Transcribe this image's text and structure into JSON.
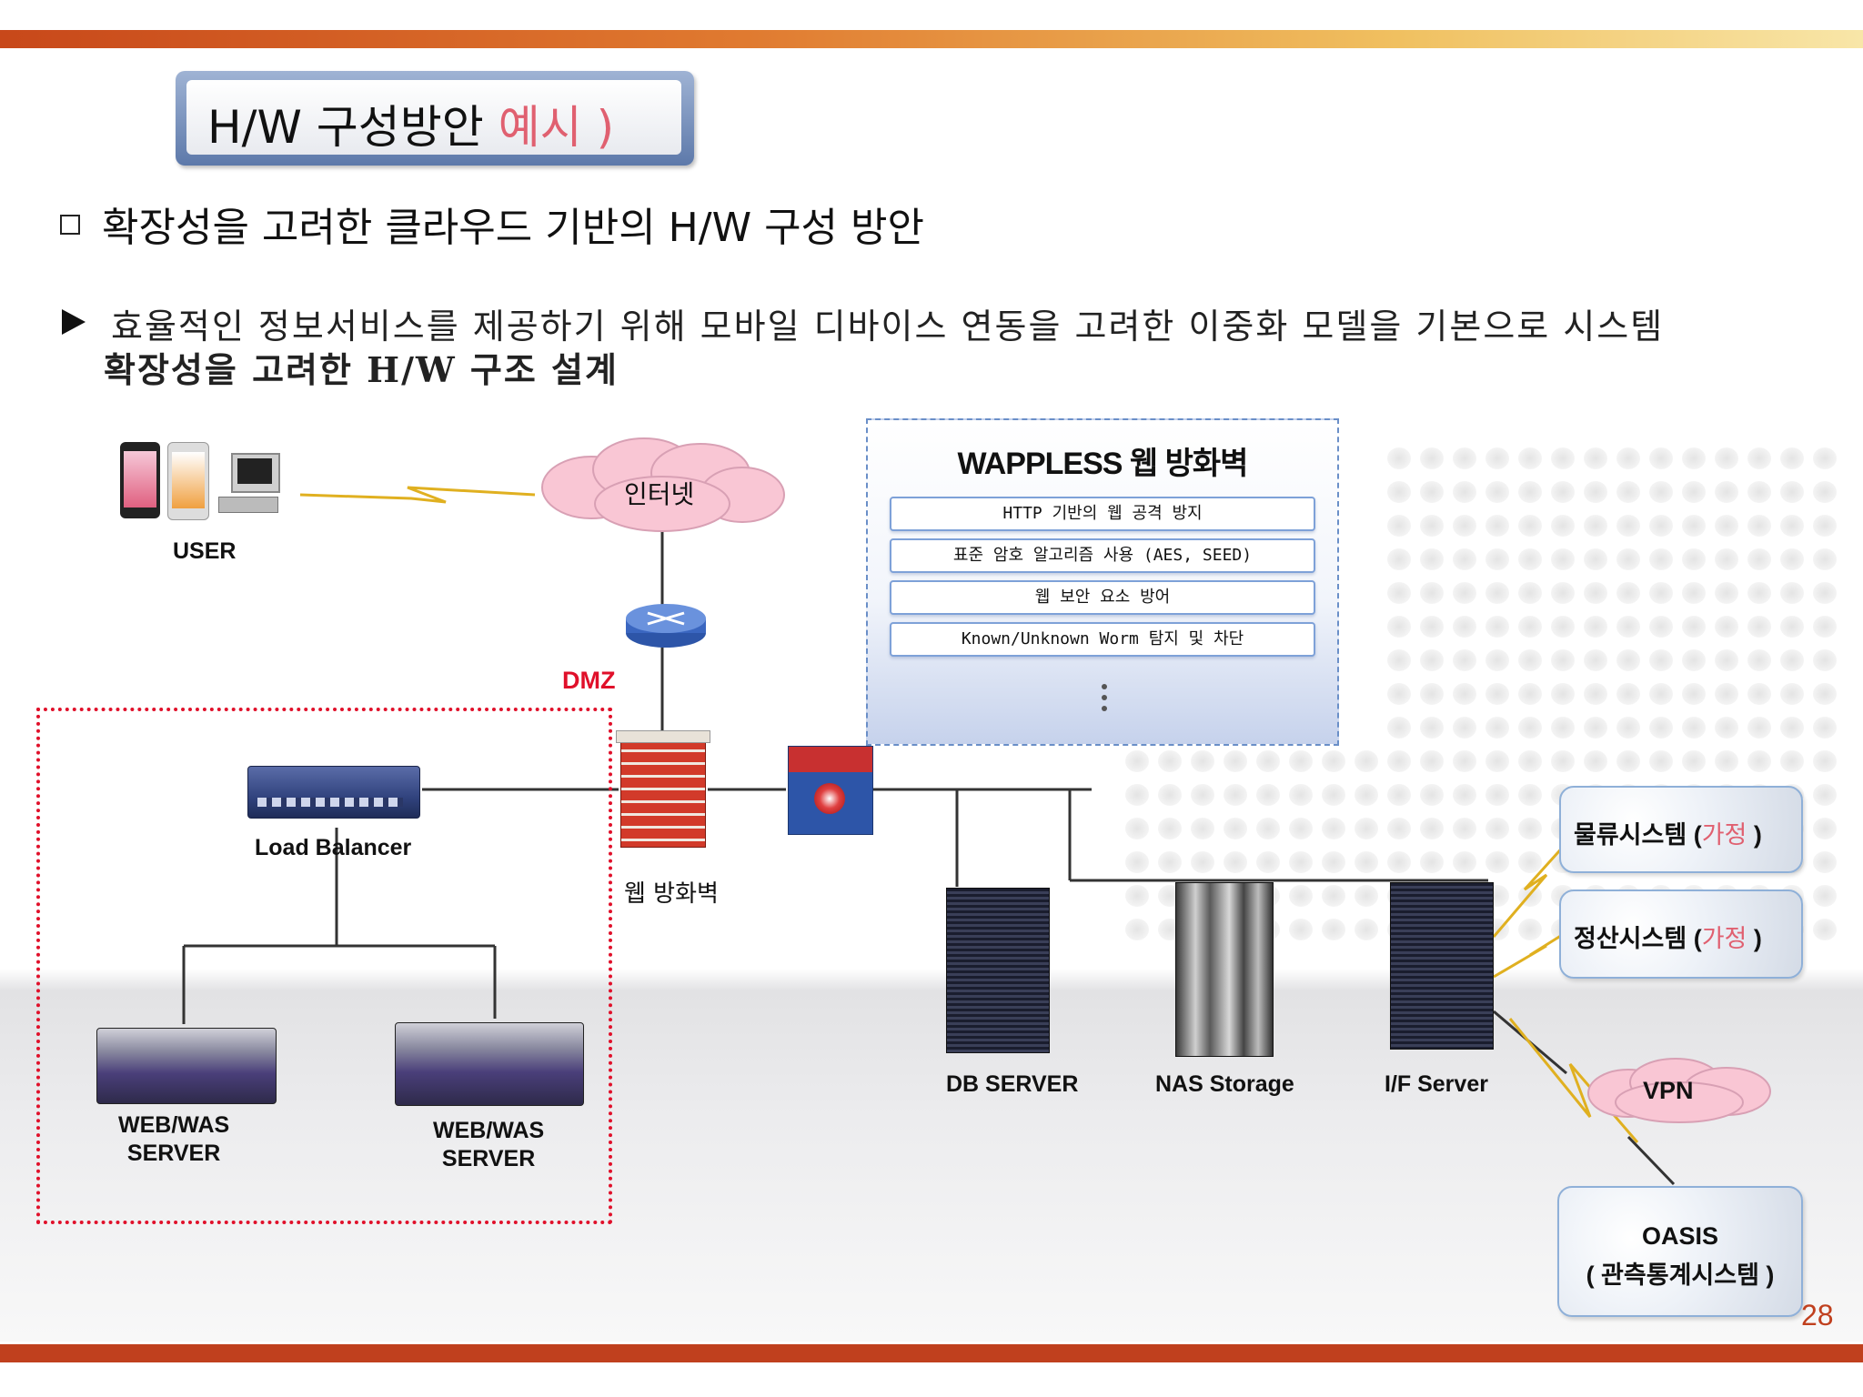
{
  "slide": {
    "title_main": "H/W  구성방안",
    "title_accent": "예시 )",
    "heading": "확장성을 고려한 클라우드 기반의  H/W  구성 방안",
    "body_line1": "효율적인 정보서비스를 제공하기 위해  모바일 디바이스 연동을 고려한 이중화 모델을 기본으로 시스템",
    "body_line2": "확장성을 고려한 H/W 구조 설계",
    "page_number": "28"
  },
  "diagram": {
    "user_label": "USER",
    "internet_label": "인터넷",
    "dmz_label": "DMZ",
    "web_firewall_label": "웹 방화벽",
    "load_balancer_label": "Load Balancer",
    "web_was_1": "WEB/WAS\nSERVER",
    "web_was_2": "WEB/WAS\nSERVER",
    "db_server_label": "DB SERVER",
    "nas_label": "NAS Storage",
    "if_server_label": "I/F Server",
    "vpn_label": "VPN",
    "logistics_label": "물류시스템 (",
    "logistics_tag": "가정",
    "settlement_label": "정산시스템 (",
    "settlement_tag": "가정",
    "close_paren": " )",
    "oasis_line1": "OASIS",
    "oasis_line2": "( 관측통계시스템 )"
  },
  "wappless": {
    "title": "WAPPLESS 웹 방화벽",
    "features": [
      "HTTP  기반의 웹 공격 방지",
      "표준 암호 알고리즘 사용 (AES, SEED)",
      "웹 보안 요소 방어",
      "Known/Unknown Worm 탐지 및 차단"
    ]
  },
  "colors": {
    "accent_red": "#e0102a",
    "title_accent": "#e06070",
    "bar": "#c0401e"
  }
}
